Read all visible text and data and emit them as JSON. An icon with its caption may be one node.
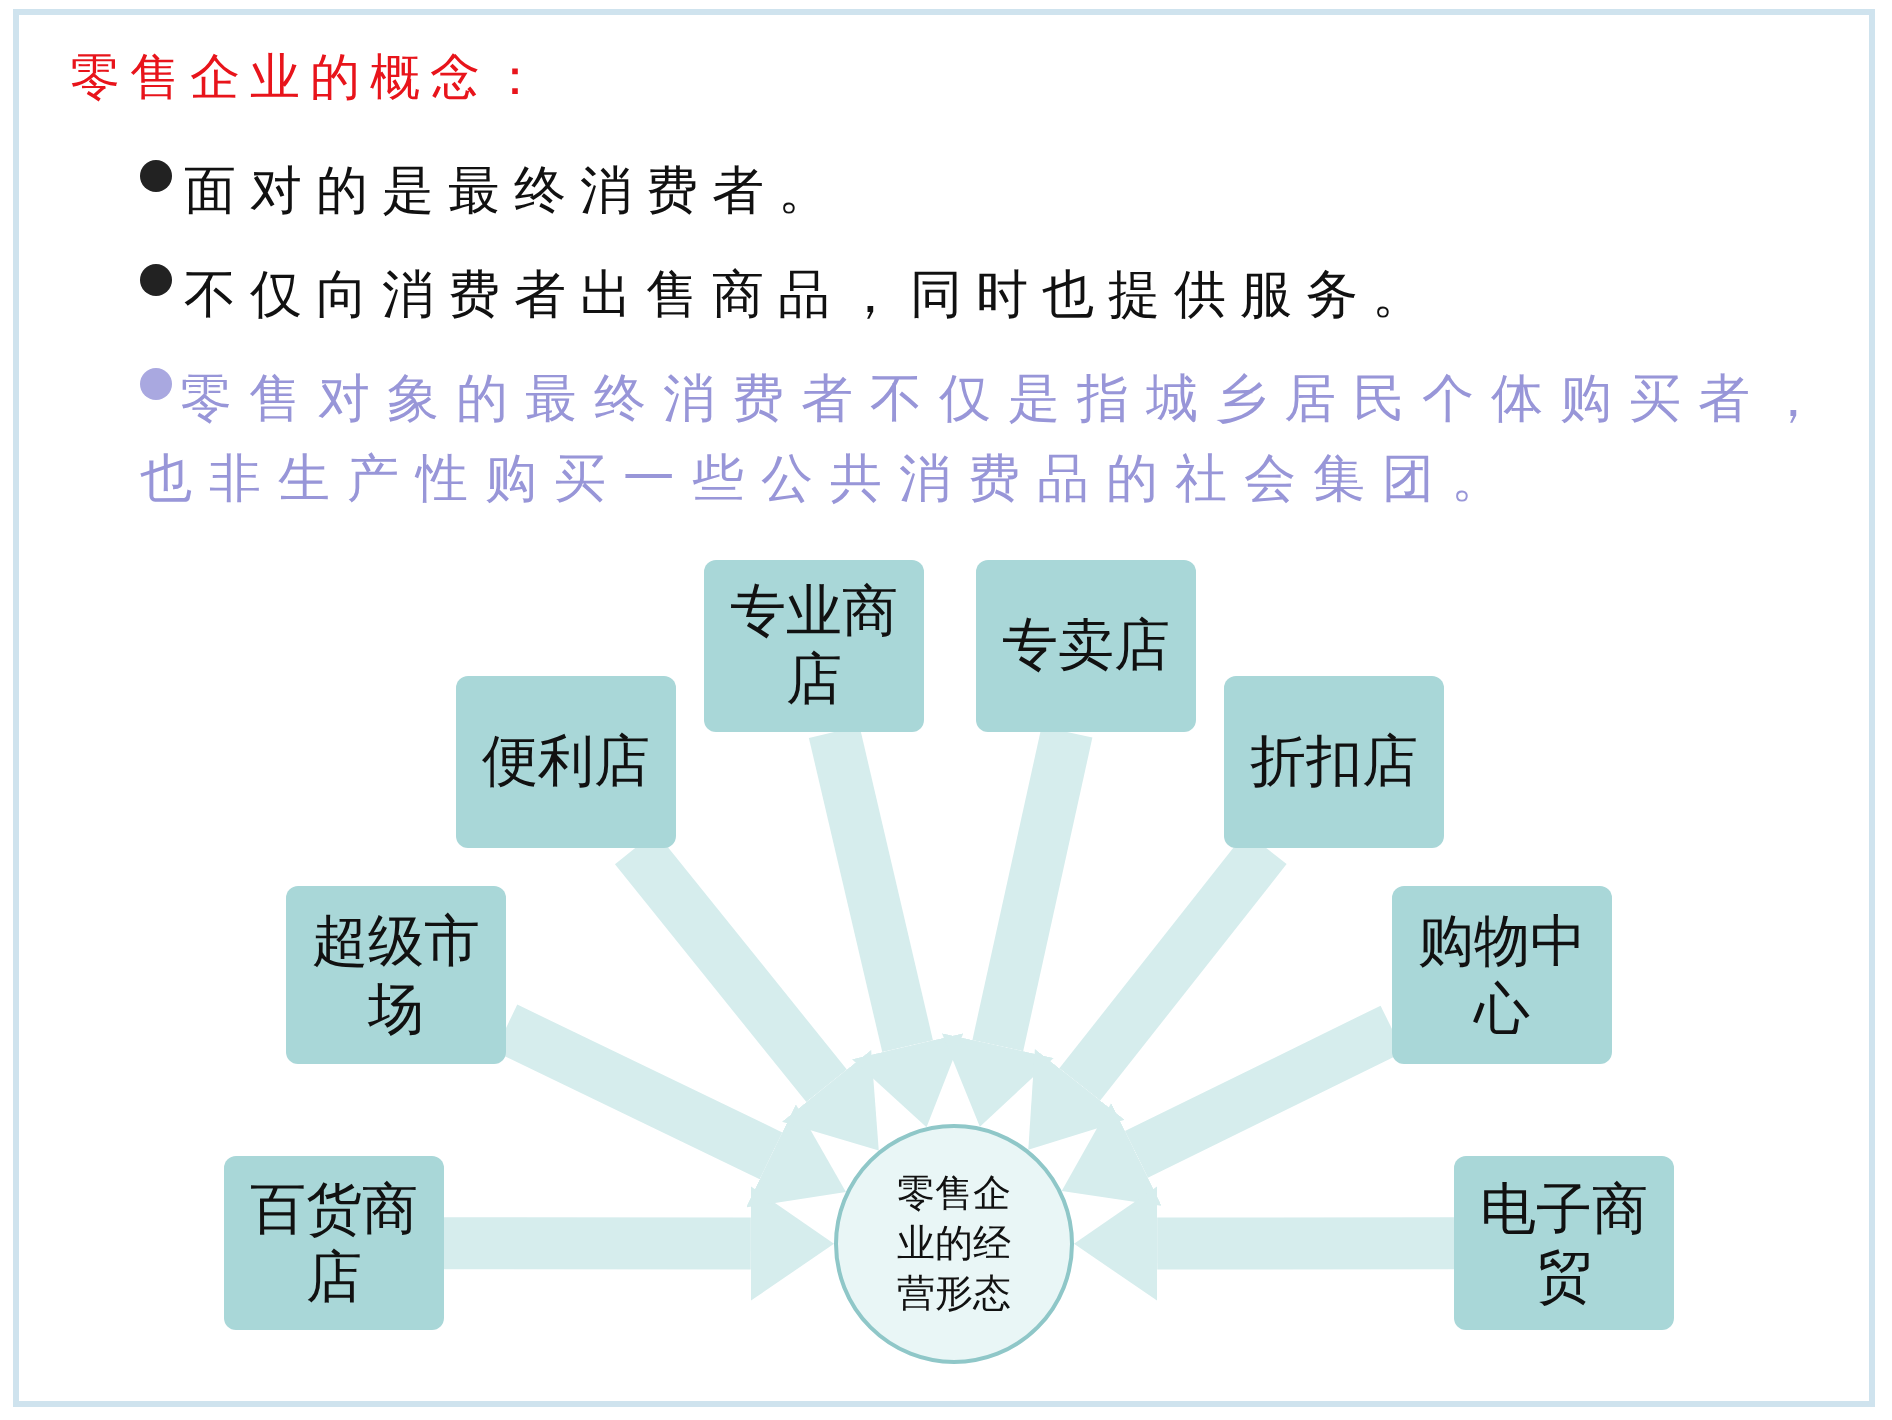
{
  "diagram": {
    "title": "零售企业的概念：",
    "nodes": [
      {
        "text": [
          "百货商店"
        ]
      },
      {
        "text": [
          "超级市场"
        ]
      },
      {
        "text": [
          "便利店"
        ]
      },
      {
        "text": [
          "专业商店"
        ]
      },
      {
        "text": [
          "专卖店"
        ]
      },
      {
        "text": [
          "折扣店"
        ]
      },
      {
        "text": [
          "购物中心"
        ]
      },
      {
        "text": [
          "电子商贸"
        ]
      },
      {
        "text": [
          "零售企业的经营形态"
        ]
      }
    ],
    "edges": [
      {
        "from": 0,
        "to": 8,
        "arrow": "to"
      },
      {
        "from": 1,
        "to": 8,
        "arrow": "to"
      },
      {
        "from": 2,
        "to": 8,
        "arrow": "to"
      },
      {
        "from": 3,
        "to": 8,
        "arrow": "to"
      },
      {
        "from": 4,
        "to": 8,
        "arrow": "to"
      },
      {
        "from": 5,
        "to": 8,
        "arrow": "to"
      },
      {
        "from": 6,
        "to": 8,
        "arrow": "to"
      },
      {
        "from": 7,
        "to": 8,
        "arrow": "to"
      }
    ],
    "labels": [
      "面对的是最终消费者。",
      "不仅向消费者出售商品，同时也提供服务。",
      "零售对象的最终消费者不仅是指城乡居民个体购买者，也非生产性购买一些公共消费品的社会集团。"
    ]
  }
}
